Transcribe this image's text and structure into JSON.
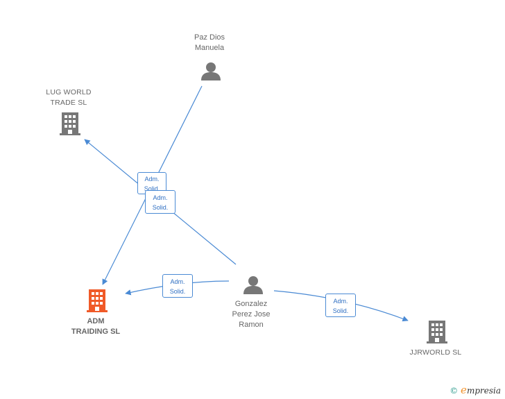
{
  "nodes": {
    "paz": {
      "lines": [
        "Paz Dios",
        "Manuela"
      ],
      "kind": "person",
      "icon": "person-icon"
    },
    "lug": {
      "lines": [
        "LUG WORLD",
        "TRADE  SL"
      ],
      "kind": "company",
      "icon": "building-icon"
    },
    "adm": {
      "lines": [
        "ADM",
        "TRAIDING  SL"
      ],
      "kind": "company-highlight",
      "icon": "building-icon"
    },
    "gonzalez": {
      "lines": [
        "Gonzalez",
        "Perez Jose",
        "Ramon"
      ],
      "kind": "person",
      "icon": "person-icon"
    },
    "jjr": {
      "lines": [
        "JJRWORLD  SL"
      ],
      "kind": "company",
      "icon": "building-icon"
    }
  },
  "edges": [
    {
      "id": "e1",
      "label": [
        "Adm.",
        "Solid."
      ],
      "from": "paz",
      "to": "adm"
    },
    {
      "id": "e2",
      "label": [
        "Adm.",
        "Solid."
      ],
      "from": "gonzalez",
      "to": "lug"
    },
    {
      "id": "e3",
      "label": [
        "Adm.",
        "Solid."
      ],
      "from": "gonzalez",
      "to": "adm"
    },
    {
      "id": "e4",
      "label": [
        "Adm.",
        "Solid."
      ],
      "from": "gonzalez",
      "to": "jjr"
    }
  ],
  "colors": {
    "edge": "#4a8ad4",
    "icon_grey": "#777777",
    "icon_highlight": "#f05a28"
  },
  "footer": {
    "copyright": "©",
    "brand_initial": "e",
    "brand_rest": "mpresia"
  }
}
